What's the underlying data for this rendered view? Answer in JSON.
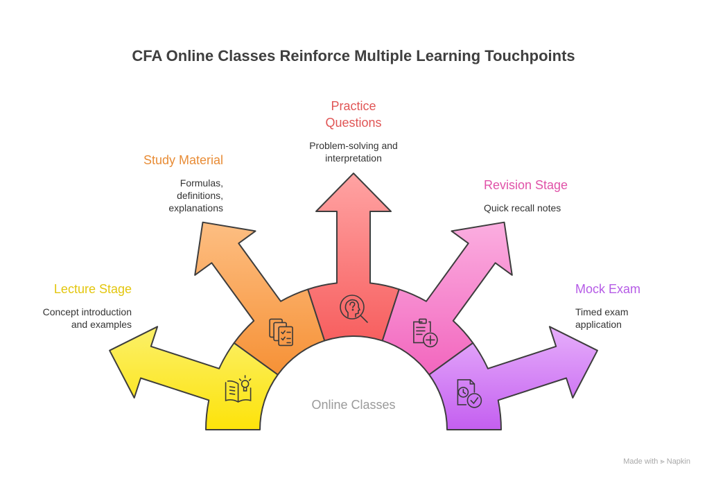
{
  "title": "CFA Online Classes Reinforce Multiple Learning Touchpoints",
  "center_label": "Online Classes",
  "footer": {
    "made_with": "Made with",
    "brand": "Napkin"
  },
  "stages": [
    {
      "title": "Lecture Stage",
      "desc": [
        "Concept introduction",
        "and examples"
      ],
      "color": "#E3C60E",
      "light": "#FBF06A",
      "dark": "#FDE30A",
      "icon": "book-lightbulb-icon"
    },
    {
      "title": "Study Material",
      "desc": [
        "Formulas,",
        "definitions,",
        "explanations"
      ],
      "color": "#E88C36",
      "light": "#FDBE82",
      "dark": "#F69136",
      "icon": "checklist-documents-icon"
    },
    {
      "title": "Practice",
      "title2": "Questions",
      "desc": [
        "Problem-solving and",
        "interpretation"
      ],
      "color": "#E05555",
      "light": "#FFA3A3",
      "dark": "#F75F5F",
      "icon": "head-question-search-icon"
    },
    {
      "title": "Revision Stage",
      "desc": [
        "Quick recall notes"
      ],
      "color": "#E052A8",
      "light": "#FBAEE0",
      "dark": "#F266BE",
      "icon": "clipboard-add-icon"
    },
    {
      "title": "Mock Exam",
      "desc": [
        "Timed exam",
        "application"
      ],
      "color": "#B55BE6",
      "light": "#E6AEFB",
      "dark": "#C45FF0",
      "icon": "document-clock-check-icon"
    }
  ]
}
